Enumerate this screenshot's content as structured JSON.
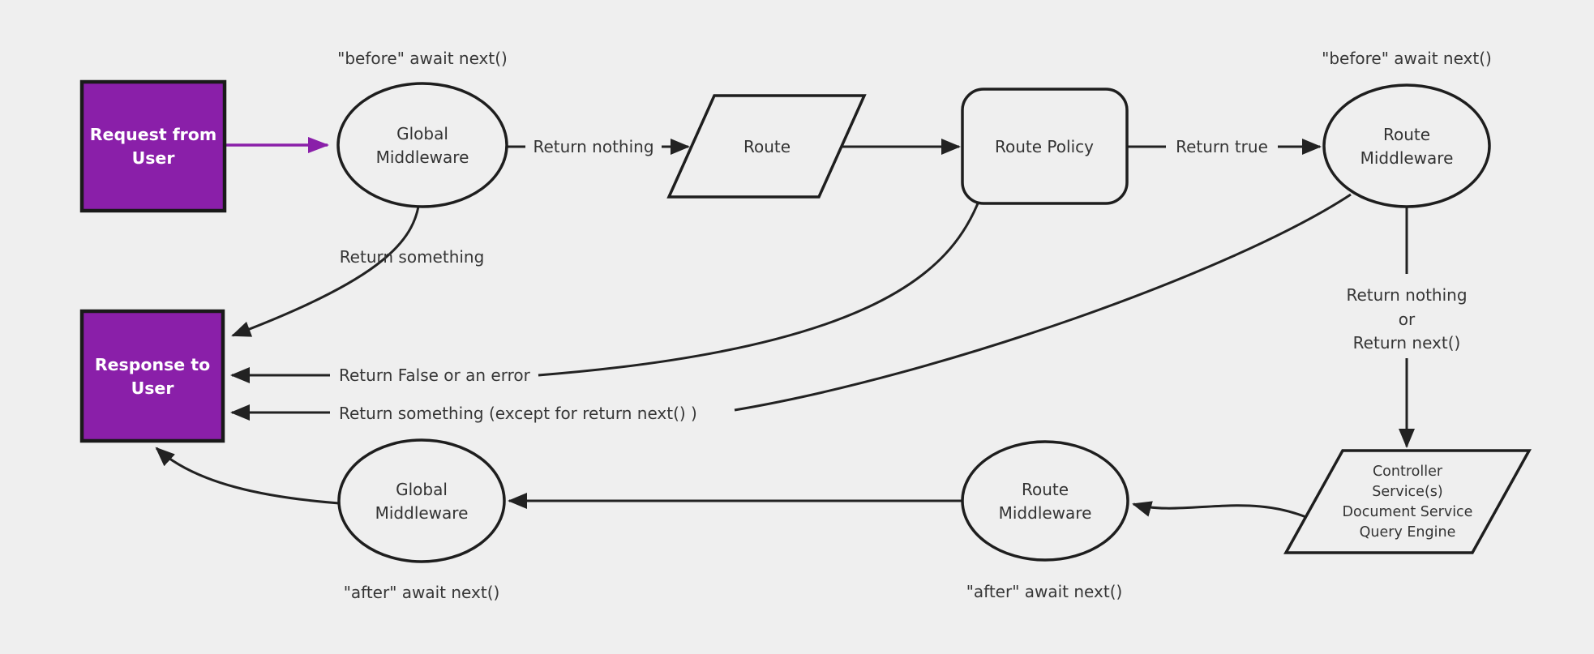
{
  "theme": {
    "background": "#efefef",
    "purple": "#8a1fa9",
    "line": "#222222",
    "text": "#363636"
  },
  "nodes": {
    "request_box": {
      "line1": "Request from",
      "line2": "User"
    },
    "global_mw_top": {
      "line1": "Global",
      "line2": "Middleware"
    },
    "route": {
      "label": "Route"
    },
    "route_policy": {
      "label": "Route Policy"
    },
    "route_mw_top": {
      "line1": "Route",
      "line2": "Middleware"
    },
    "controller": {
      "line1": "Controller",
      "line2": "Service(s)",
      "line3": "Document Service",
      "line4": "Query Engine"
    },
    "route_mw_bottom": {
      "line1": "Route",
      "line2": "Middleware"
    },
    "global_mw_bottom": {
      "line1": "Global",
      "line2": "Middleware"
    },
    "response_box": {
      "line1": "Response to",
      "line2": "User"
    }
  },
  "edge_labels": {
    "before_await_left": "\"before\" await next()",
    "before_await_right": "\"before\" await next()",
    "return_nothing_top": "Return nothing",
    "return_true": "Return true",
    "return_something": "Return something",
    "return_false_or_error": "Return False or an error",
    "return_something_except": "Return something (except for return next() )",
    "return_nothing_or_line1": "Return nothing",
    "return_nothing_or_line2": "or",
    "return_nothing_or_line3": "Return next()",
    "after_await_left": "\"after\" await next()",
    "after_await_right": "\"after\" await next()"
  }
}
